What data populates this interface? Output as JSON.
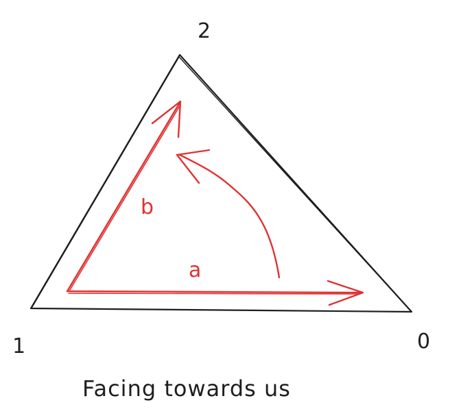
{
  "vertices": {
    "top": "2",
    "bottom_left": "1",
    "bottom_right": "0"
  },
  "edges": {
    "horizontal": "a",
    "diagonal": "b"
  },
  "caption": "Facing towards us",
  "colors": {
    "outline": "#1e1e1e",
    "arrows": "#e03131"
  }
}
